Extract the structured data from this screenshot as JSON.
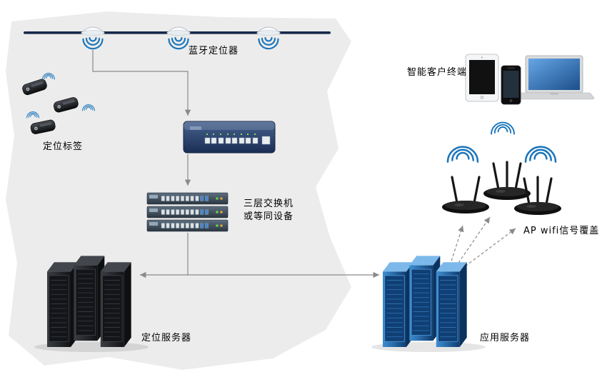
{
  "diagram": {
    "labels": {
      "bluetooth_locator": "蓝牙定位器",
      "positioning_tag": "定位标签",
      "layer3_switch_line1": "三层交换机",
      "layer3_switch_line2": "或等同设备",
      "positioning_server": "定位服务器",
      "application_server": "应用服务器",
      "smart_client_terminal": "智能客户终端",
      "ap_wifi_coverage": "AP wifi信号覆盖"
    },
    "icons": {
      "bluetooth_beacon": "dome-beacon-icon",
      "wifi_signal": "wifi-arcs-icon",
      "positioning_tag": "keyfob-tag-icon",
      "switch_8port": "ethernet-switch-icon",
      "layer3_switch": "rack-switch-stack-icon",
      "positioning_server": "dark-server-tower-icon",
      "application_server": "blue-server-tower-icon",
      "access_point": "wifi-router-icon",
      "tablet": "tablet-icon",
      "smartphone": "smartphone-icon",
      "laptop": "laptop-icon"
    },
    "colors": {
      "background_blob": "#ececec",
      "beacon_bar": "#16294a",
      "wifi_signal": "#1b75bb",
      "connector_line": "#8a8a8a",
      "switch_body": "#2a4272",
      "server_dark": "#141519",
      "server_blue": "#1f63a8"
    }
  }
}
